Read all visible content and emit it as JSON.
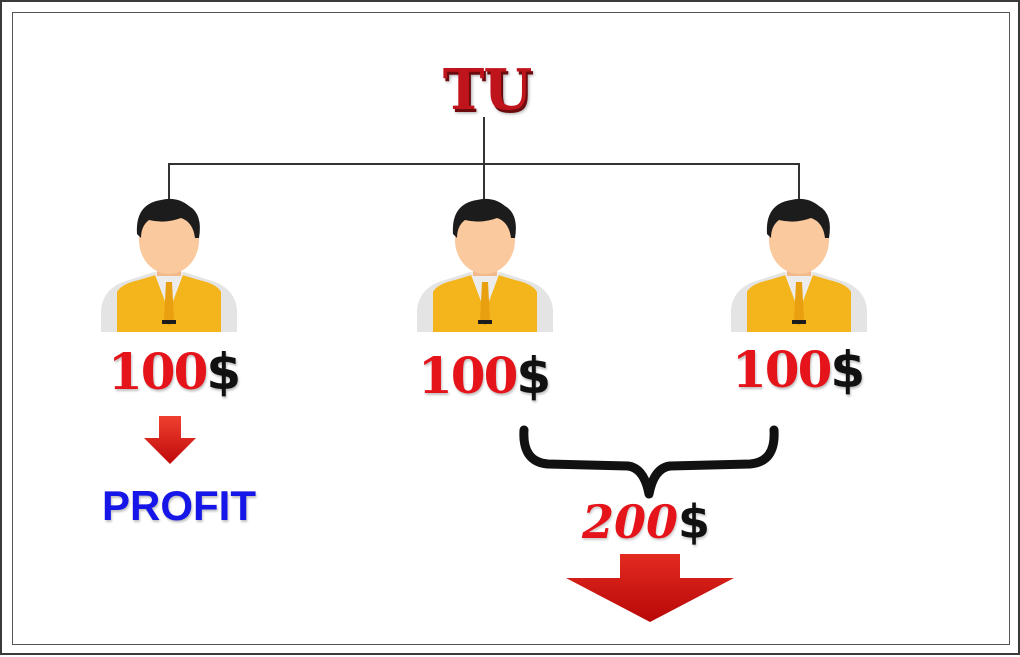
{
  "logo": {
    "text": "TU",
    "color": "#c0141c"
  },
  "people": [
    {
      "amount": "100",
      "currency": "$"
    },
    {
      "amount": "100",
      "currency": "$"
    },
    {
      "amount": "100",
      "currency": "$"
    }
  ],
  "profit": {
    "label": "PROFIT",
    "color": "#1616e8"
  },
  "total": {
    "amount": "200",
    "currency": "$"
  },
  "colors": {
    "amount_red": "#e5141b",
    "arrow_red": "#d01010",
    "vest_yellow": "#f3b41c",
    "skin": "#fbc99e",
    "hair": "#1c1c1c",
    "shirt": "#e4e4e4",
    "line": "#333333"
  },
  "icons": [
    "person-icon",
    "arrow-down-icon",
    "curly-brace-icon"
  ]
}
